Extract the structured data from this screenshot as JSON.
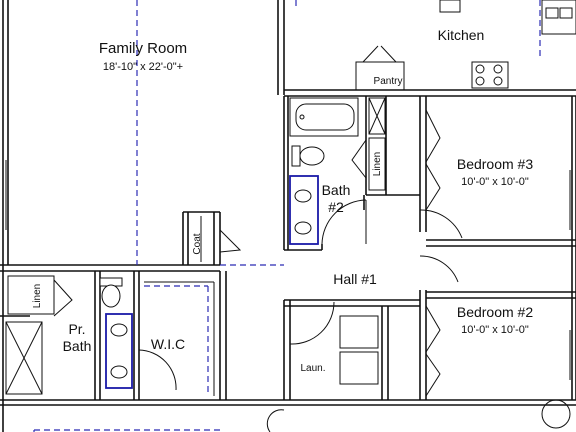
{
  "rooms": {
    "family_room": {
      "name": "Family Room",
      "dims": "18'-10\" x 22'-0\"+"
    },
    "kitchen": {
      "name": "Kitchen"
    },
    "pantry": {
      "name": "Pantry"
    },
    "bath2": {
      "name_line1": "Bath",
      "name_line2": "#2"
    },
    "linen_upper": {
      "name": "Linen"
    },
    "bedroom3": {
      "name": "Bedroom #3",
      "dims": "10'-0\" x 10'-0\""
    },
    "coat": {
      "name": "Coat"
    },
    "hall1": {
      "name": "Hall #1"
    },
    "linen_lower": {
      "name": "Linen"
    },
    "primary_bath": {
      "name_line1": "Pr.",
      "name_line2": "Bath"
    },
    "wic": {
      "name": "W.I.C"
    },
    "bedroom2": {
      "name": "Bedroom #2",
      "dims": "10'-0\" x 10'-0\""
    },
    "laundry": {
      "name": "Laun."
    }
  },
  "colors": {
    "walls": "#111111",
    "dashed_lines": "#2b2bb3",
    "fixture_highlight": "#1a1aa8",
    "background": "#ffffff"
  }
}
